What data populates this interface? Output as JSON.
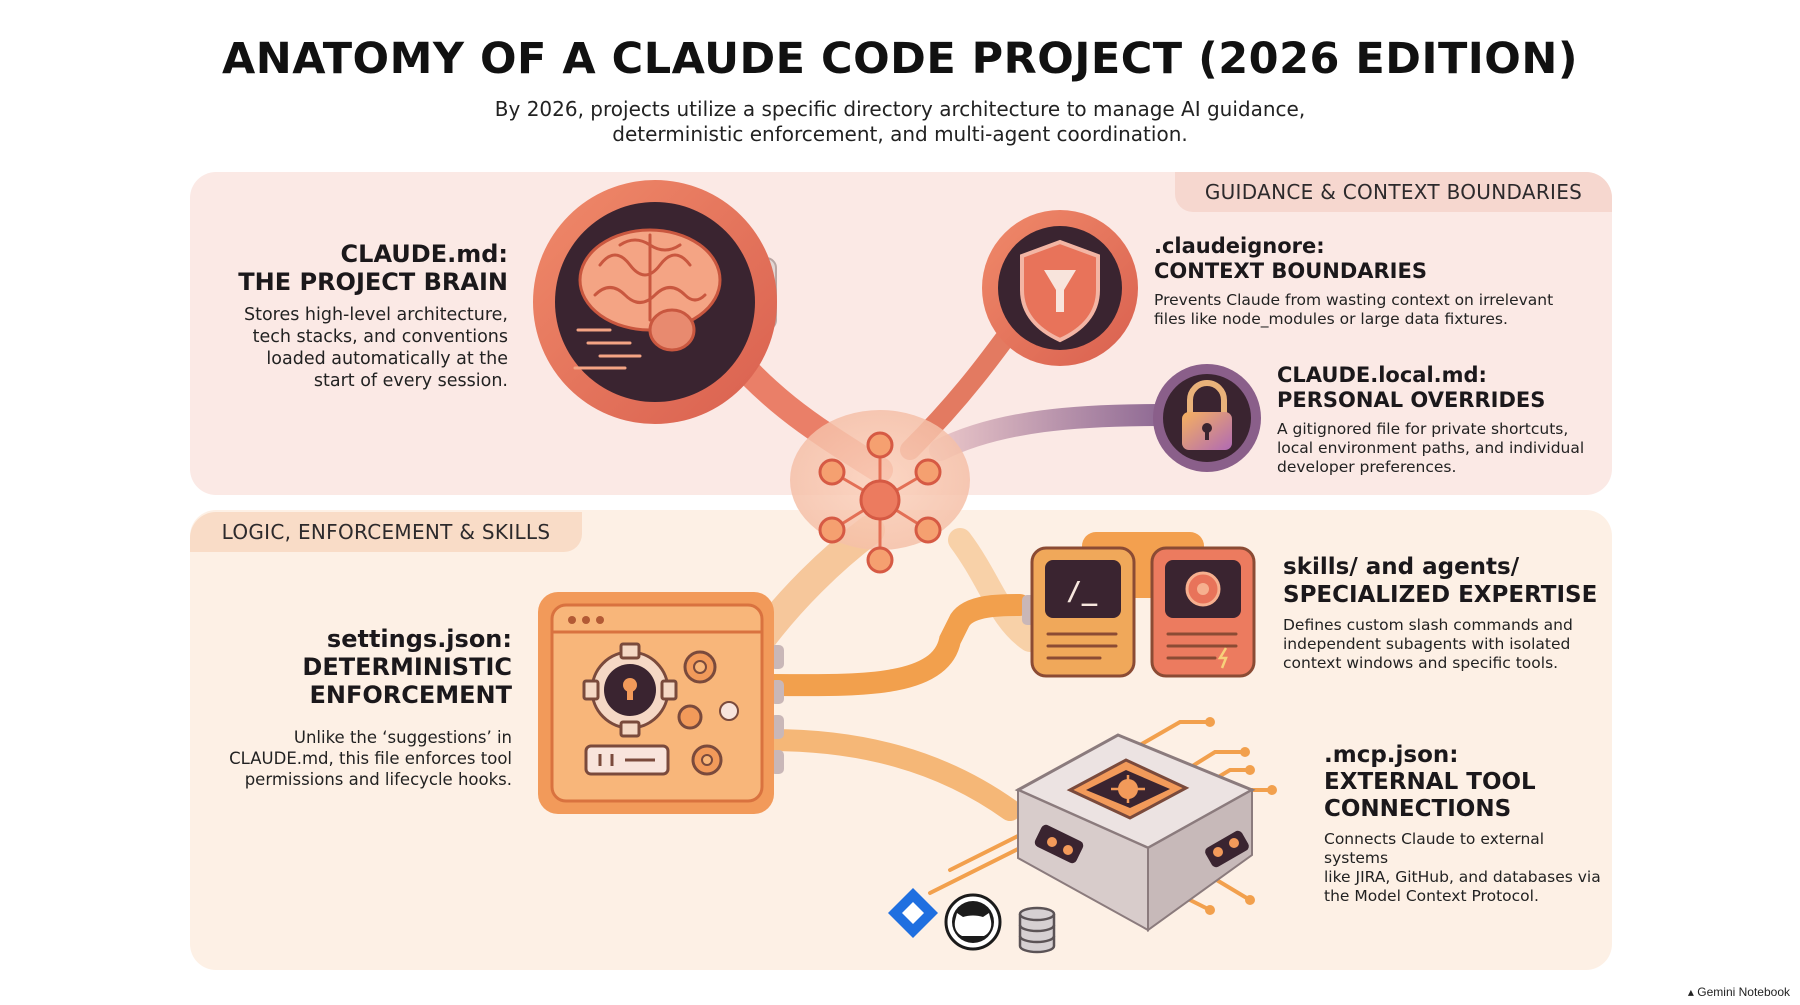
{
  "header": {
    "title": "ANATOMY OF A CLAUDE CODE PROJECT (2026 EDITION)",
    "subtitle_line1": "By 2026, projects utilize a specific directory architecture to manage AI guidance,",
    "subtitle_line2": "deterministic enforcement, and multi-agent coordination."
  },
  "sections": {
    "guidance_label": "GUIDANCE & CONTEXT BOUNDARIES",
    "logic_label": "LOGIC, ENFORCEMENT & SKILLS"
  },
  "cards": {
    "claude_md": {
      "title1": "CLAUDE.md:",
      "title2": "THE PROJECT BRAIN",
      "desc": [
        "Stores high-level architecture,",
        "tech stacks, and conventions",
        "loaded automatically at the",
        "start of every session."
      ]
    },
    "claudeignore": {
      "title1": ".claudeignore:",
      "title2": "CONTEXT BOUNDARIES",
      "desc": [
        "Prevents Claude from wasting context on irrelevant",
        "files like node_modules or large data fixtures."
      ]
    },
    "claude_local": {
      "title1": "CLAUDE.local.md:",
      "title2": "PERSONAL OVERRIDES",
      "desc": [
        "A gitignored file for private shortcuts,",
        "local environment paths, and individual",
        "developer preferences."
      ]
    },
    "settings": {
      "title1": "settings.json:",
      "title2": "DETERMINISTIC",
      "title3": "ENFORCEMENT",
      "desc": [
        "Unlike the ‘suggestions’ in",
        "CLAUDE.md, this file enforces tool",
        "permissions and lifecycle hooks."
      ]
    },
    "skills": {
      "title1": "skills/ and agents/",
      "title2": "SPECIALIZED EXPERTISE",
      "desc": [
        "Defines custom slash commands and",
        "independent subagents with isolated",
        "context windows and specific tools."
      ]
    },
    "mcp": {
      "title1": ".mcp.json:",
      "title2": "EXTERNAL TOOL",
      "title3": "CONNECTIONS",
      "desc": [
        "Connects Claude to external systems",
        "like JIRA, GitHub, and databases via",
        "the Model Context Protocol."
      ]
    }
  },
  "icons": {
    "terminal_prompt": "/_",
    "brain": "brain-icon",
    "shield": "shield-funnel-icon",
    "lock": "padlock-icon",
    "gear": "gear-icon",
    "chip": "chip-icon",
    "jira": "jira-icon",
    "github": "github-icon",
    "database": "database-icon"
  },
  "footer": {
    "brand": "Gemini Notebook"
  },
  "colors": {
    "accent": "#e8735a",
    "orange": "#f4a04a",
    "purple": "#8a5f8a",
    "dark": "#3b2630"
  }
}
